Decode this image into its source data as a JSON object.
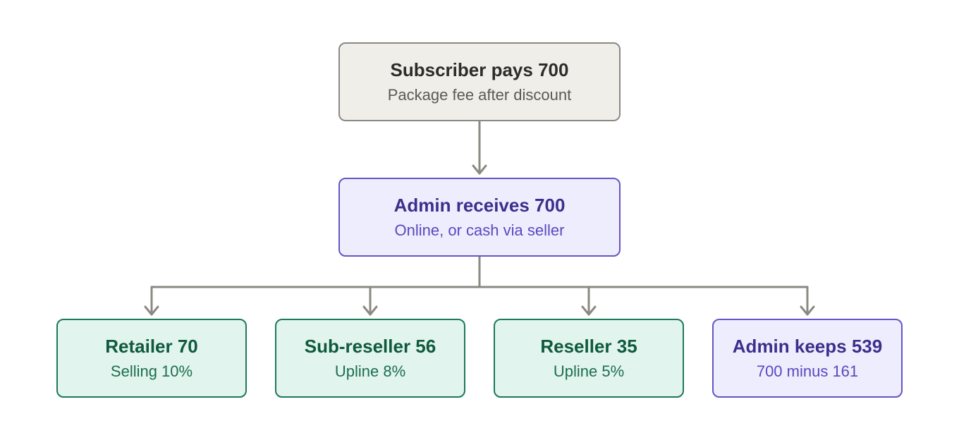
{
  "colors": {
    "connector": "#8a8982",
    "neutral_fill": "#f0eee8",
    "purple_fill": "#eeedfd",
    "purple_border": "#6654c4",
    "green_fill": "#e1f4ed",
    "green_border": "#1c7a57"
  },
  "nodes": {
    "subscriber": {
      "title": "Subscriber pays 700",
      "subtitle": "Package fee after discount"
    },
    "admin": {
      "title": "Admin receives 700",
      "subtitle": "Online, or cash via seller"
    },
    "retailer": {
      "title": "Retailer 70",
      "subtitle": "Selling 10%"
    },
    "sub_reseller": {
      "title": "Sub-reseller 56",
      "subtitle": "Upline 8%"
    },
    "reseller": {
      "title": "Reseller 35",
      "subtitle": "Upline 5%"
    },
    "admin_keeps": {
      "title": "Admin keeps 539",
      "subtitle": "700 minus 161"
    }
  }
}
